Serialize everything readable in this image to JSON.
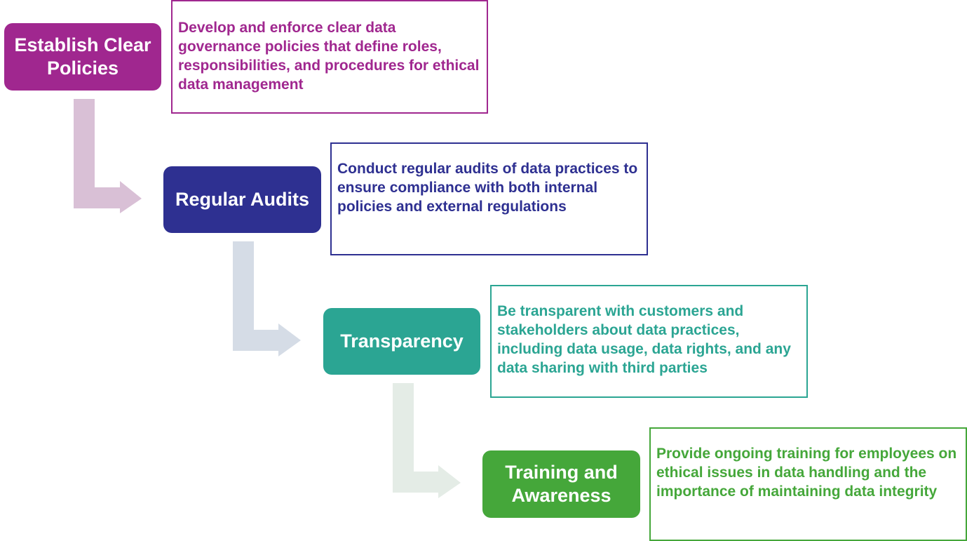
{
  "steps": [
    {
      "title": "Establish Clear Policies",
      "description": "Develop and enforce clear data governance policies that define roles, responsibilities, and procedures for ethical data management",
      "color": "#a0278f",
      "arrow_color": "#d9c0d6"
    },
    {
      "title": "Regular Audits",
      "description": "Conduct regular audits of data practices to ensure compliance with both internal policies and external regulations",
      "color": "#2e3091",
      "arrow_color": "#d5dce6"
    },
    {
      "title": "Transparency",
      "description": "Be transparent with customers and stakeholders about data practices, including data usage, data rights, and any data sharing with third parties",
      "color": "#2ba593",
      "arrow_color": "#e4ece6"
    },
    {
      "title": "Training and Awareness",
      "description": "Provide ongoing training for employees on ethical issues in data handling and the importance of maintaining data integrity",
      "color": "#45a73a"
    }
  ]
}
